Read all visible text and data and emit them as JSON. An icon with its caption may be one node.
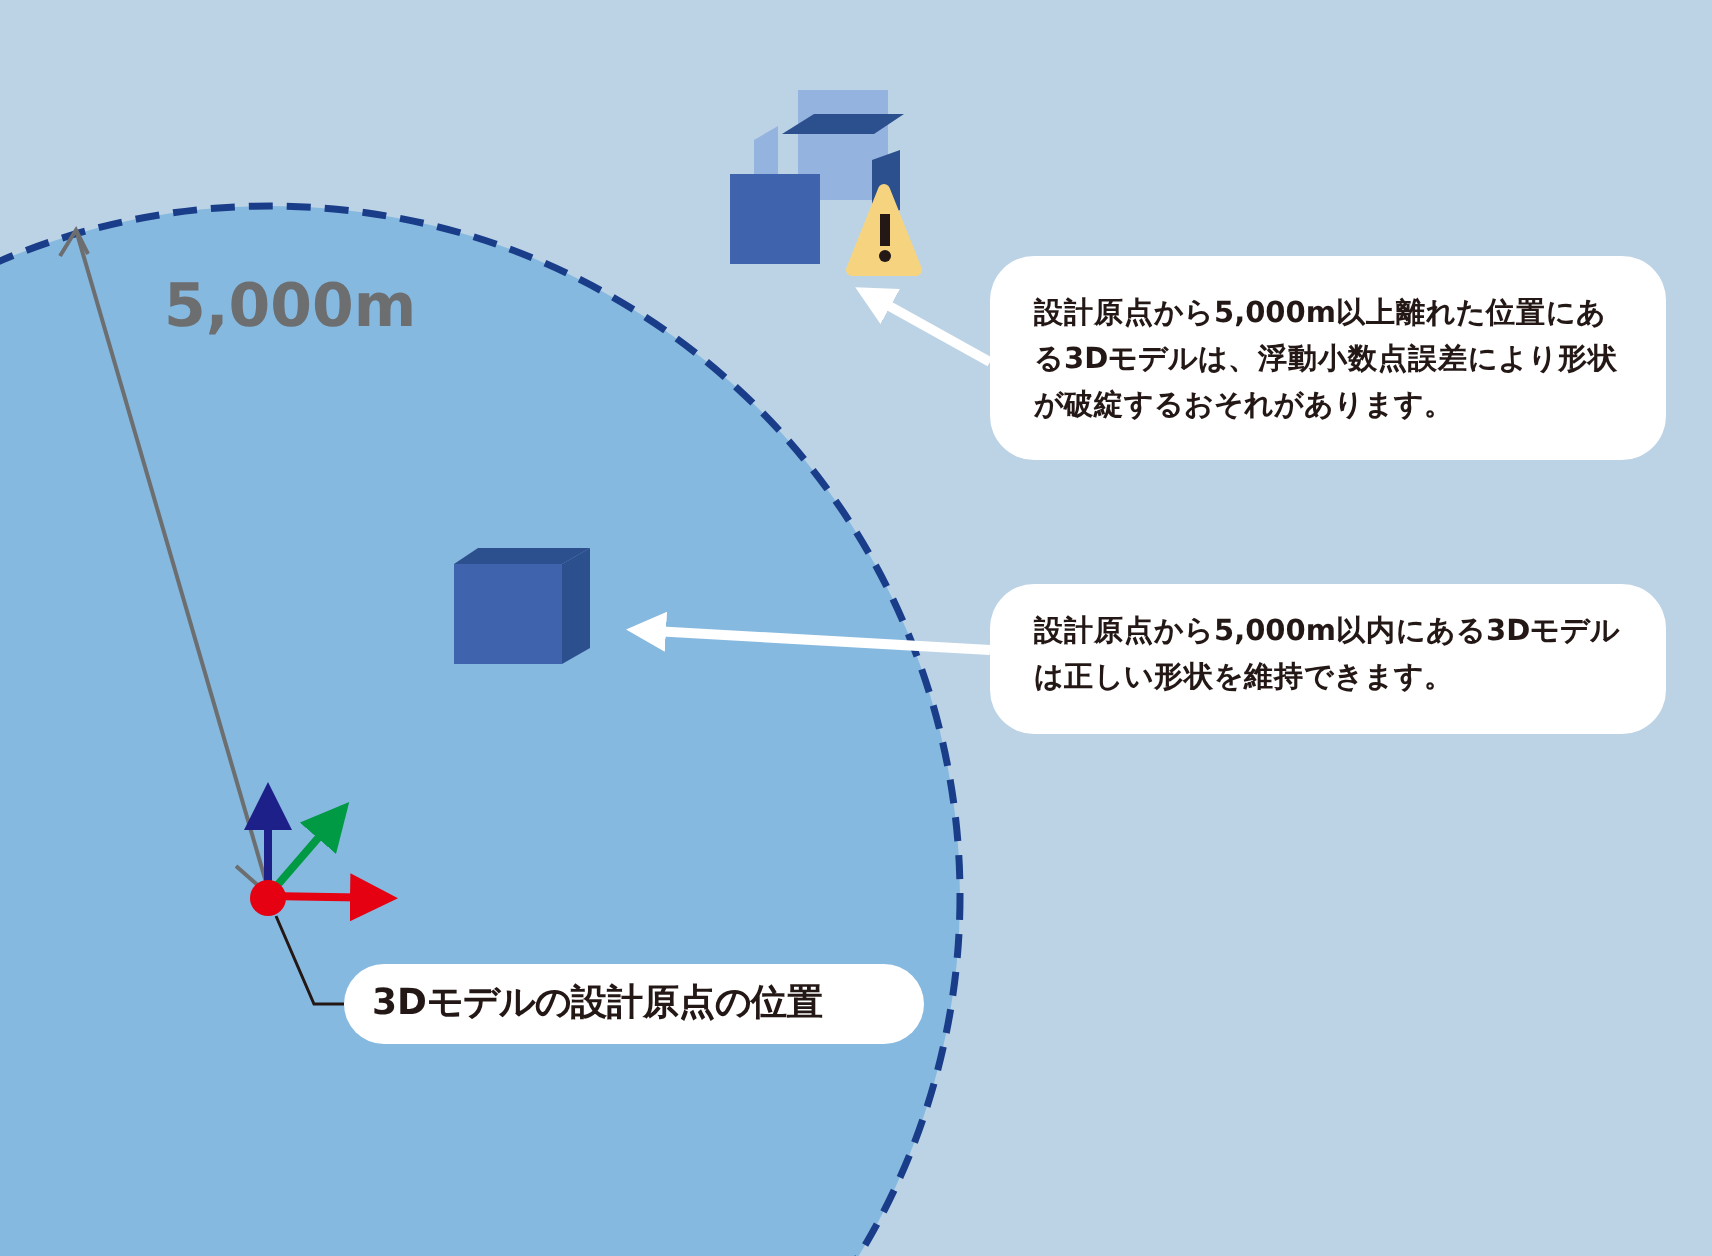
{
  "diagram": {
    "nodes": [
      {
        "text": [],
        "shape": "picture"
      },
      {
        "text": [
          "設計原点から5,000m以上離れた位置にある3Dモデルは、浮動小数点誤差により形状が破綻するおそれがあります。"
        ]
      },
      {
        "text": [],
        "shape": "box"
      },
      {
        "text": [
          "設計原点から5,000m以内にある3Dモデルは正しい形状を維持できます。"
        ]
      },
      {
        "text": [],
        "shape": "circle"
      },
      {
        "text": [
          "3Dモデルの設計原点の位置"
        ]
      }
    ],
    "edges": [
      {
        "from": 1,
        "to": 0,
        "arrow": "to"
      },
      {
        "from": 3,
        "to": 2,
        "arrow": "to"
      },
      {
        "from": 5,
        "to": 4,
        "arrow": "none",
        "color": "#231815"
      }
    ],
    "labels": [
      "5,000m"
    ]
  }
}
